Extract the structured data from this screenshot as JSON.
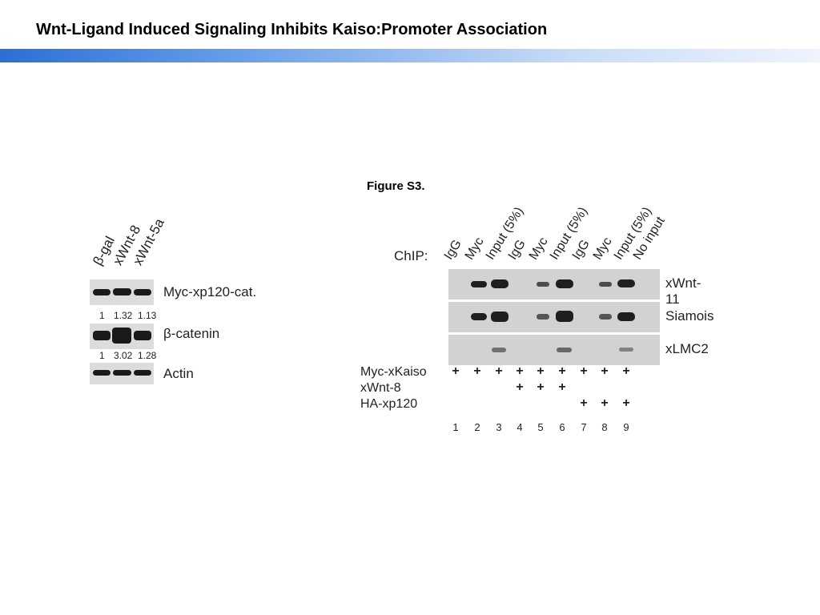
{
  "slide": {
    "title": "Wnt-Ligand Induced Signaling Inhibits Kaiso:Promoter Association",
    "figure_label": "Figure S3."
  },
  "left_panel": {
    "lane_headers": [
      "β-gal",
      "xWnt-8",
      "xWnt-5a"
    ],
    "blots": [
      {
        "name": "Myc-xp120-cat.",
        "quant": [
          "1",
          "1.32",
          "1.13"
        ]
      },
      {
        "name": "β-catenin",
        "quant": [
          "1",
          "3.02",
          "1.28"
        ]
      },
      {
        "name": "Actin",
        "quant": []
      }
    ]
  },
  "right_panel": {
    "chip_label": "ChIP:",
    "lane_headers": [
      "IgG",
      "Myc",
      "Input (5%)",
      "IgG",
      "Myc",
      "Input (5%)",
      "IgG",
      "Myc",
      "Input (5%)",
      "No input"
    ],
    "genes": [
      "xWnt-11",
      "Siamois",
      "xLMC2"
    ],
    "conditions": [
      {
        "name": "Myc-xKaiso",
        "plus": [
          "+",
          "+",
          "+",
          "+",
          "+",
          "+",
          "+",
          "+",
          "+"
        ]
      },
      {
        "name": "xWnt-8",
        "plus": [
          "",
          "",
          "",
          "+",
          "+",
          "+",
          "",
          "",
          ""
        ]
      },
      {
        "name": "HA-xp120",
        "plus": [
          "",
          "",
          "",
          "",
          "",
          "",
          "+",
          "+",
          "+"
        ]
      }
    ],
    "lane_numbers": [
      "1",
      "2",
      "3",
      "4",
      "5",
      "6",
      "7",
      "8",
      "9"
    ]
  }
}
